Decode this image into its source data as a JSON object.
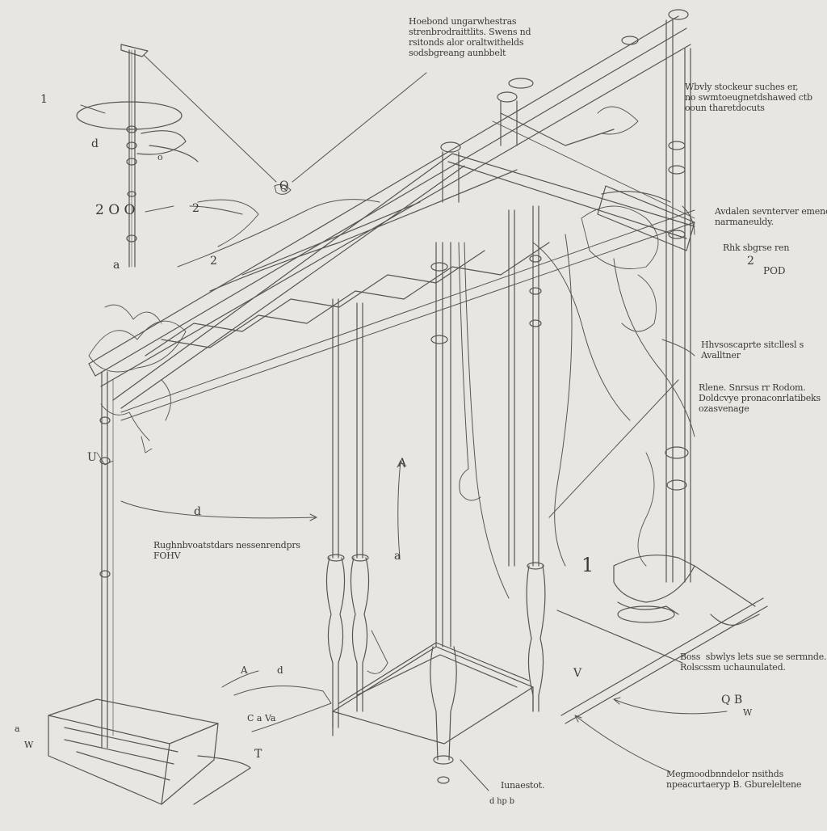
{
  "sheet": {
    "stroke_color": "#57554f",
    "paper_color": "#e7e6e1",
    "ink_color": "#3a3936"
  },
  "annotations": {
    "top_center": "Hoebond ungarwhestras\nstrenbrodraittlits. Swens nd\nrsitonds alor oraltwithelds\nsodsbgreang aunbbelt",
    "top_right": "Wbvly stockeur suches er,\nno swmtoeugnetdshawed ctb\nooun tharetdocuts",
    "right_1": "Avdalen sevnterver emenerd\nnarmaneuldy.",
    "right_2": "Rhk sbgrse ren",
    "right_3": "Hhvsoscaprte sitcllesl s\nAvalltner",
    "right_4": "Rlene. Snrsus rr Rodom.\nDoldcvye pronaconrlatibeks\nozasvenage",
    "lower_right": "Boss  sbwlys lets sue se sermnde.\nRolscssm uchaunulated.",
    "bottom_right": "Megmoodbnndelor nsithds\nnpeacurtaeryp B. Gbureleltene",
    "left_mid": "Rughnbvoatstdars nessenrendprs\nFOHV",
    "bottom_center": "Iunaestot.",
    "bottom_center_mark": "d hp b"
  },
  "numerals": {
    "n_left_top": "1",
    "n_left_a": "d",
    "n_left_b": "2  O  O",
    "n_left_c": "2",
    "n_left_d": "2",
    "n_left_e": "a",
    "n_left_f": "o",
    "n_mid_left": "U",
    "n_mid_center": "A",
    "n_small_a": "d",
    "n_axis": "a",
    "n_top_mark": "Q",
    "n_pod": "POD",
    "n_right_1": "2",
    "n_lower_right": "Q  B",
    "n_lower_right_b": "W",
    "n_center_v": "V",
    "n_center_1": "1",
    "n_bottom_left_a": "a",
    "n_bottom_left_b": "W",
    "n_bottom_small": "T",
    "n_floor_c": "C  a  Va",
    "n_floor_a": "A",
    "n_floor_d": "d"
  }
}
